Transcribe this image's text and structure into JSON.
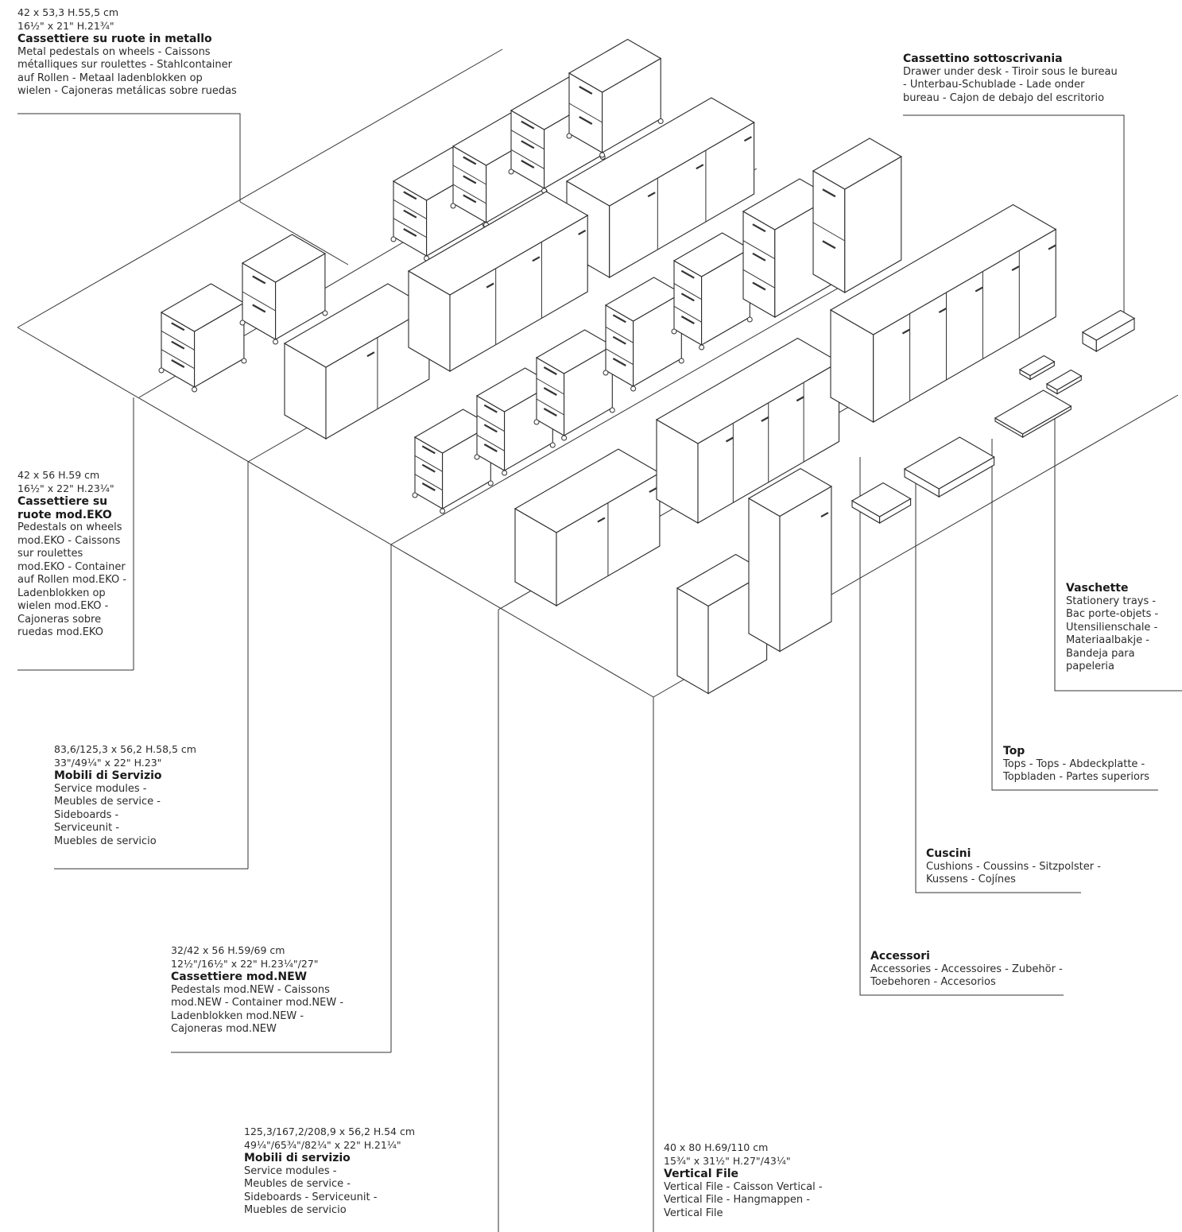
{
  "labels": {
    "metal_pedestals": {
      "dim_cm": "42 x 53,3 H.55,5 cm",
      "dim_in": "16½\" x 21\" H.21¾\"",
      "title": "Cassettiere su ruote in metallo",
      "desc": [
        "Metal pedestals on wheels - Caissons",
        "métalliques sur roulettes - Stahlcontainer",
        "auf Rollen - Metaal ladenblokken op",
        "wielen - Cajoneras metálicas sobre ruedas"
      ]
    },
    "eko_pedestals": {
      "dim_cm": "42 x 56 H.59 cm",
      "dim_in": "16½\" x 22\" H.23¼\"",
      "title": [
        "Cassettiere su",
        "ruote mod.EKO"
      ],
      "desc": [
        "Pedestals on wheels",
        "mod.EKO - Caissons",
        "sur roulettes",
        "mod.EKO - Container",
        "auf Rollen mod.EKO -",
        "Ladenblokken op",
        "wielen mod.EKO -",
        "Cajoneras sobre",
        "ruedas mod.EKO"
      ]
    },
    "service_modules_small": {
      "dim_cm": "83,6/125,3 x 56,2 H.58,5 cm",
      "dim_in": "33\"/49¼\" x 22\" H.23\"",
      "title": "Mobili di Servizio",
      "desc": [
        "Service modules -",
        "Meubles de service -",
        "Sideboards -",
        "Serviceunit -",
        "Muebles de servicio"
      ]
    },
    "new_pedestals": {
      "dim_cm": "32/42 x 56 H.59/69 cm",
      "dim_in": "12½\"/16½\" x 22\" H.23¼\"/27\"",
      "title": "Cassettiere mod.NEW",
      "desc": [
        "Pedestals mod.NEW - Caissons",
        "mod.NEW - Container mod.NEW -",
        "Ladenblokken mod.NEW -",
        "Cajoneras mod.NEW"
      ]
    },
    "service_modules_large": {
      "dim_cm": "125,3/167,2/208,9 x 56,2 H.54 cm",
      "dim_in": "49¼\"/65¾\"/82¼\" x 22\" H.21¼\"",
      "title": "Mobili di servizio",
      "desc": [
        "Service modules -",
        "Meubles de service -",
        "Sideboards - Serviceunit -",
        "Muebles de servicio"
      ]
    },
    "vertical_file": {
      "dim_cm": "40 x 80 H.69/110 cm",
      "dim_in": "15¾\" x 31½\" H.27\"/43¼\"",
      "title": "Vertical File",
      "desc": [
        "Vertical File - Caisson Vertical -",
        "Vertical File - Hangmappen -",
        "Vertical File"
      ]
    },
    "drawer_under_desk": {
      "title": "Cassettino sottoscrivania",
      "desc": [
        "Drawer under desk - Tiroir sous le bureau",
        "- Unterbau-Schublade - Lade onder",
        "bureau - Cajon de debajo del escritorio"
      ]
    },
    "trays": {
      "title": "Vaschette",
      "desc": [
        "Stationery trays -",
        "Bac porte-objets -",
        "Utensilienschale -",
        "Materiaalbakje -",
        "Bandeja para",
        "papeleria"
      ]
    },
    "tops": {
      "title": "Top",
      "desc": [
        "Tops - Tops - Abdeckplatte -",
        "Topbladen - Partes superiors"
      ]
    },
    "cushions": {
      "title": "Cuscini",
      "desc": [
        "Cushions - Coussins - Sitzpolster -",
        "Kussens - Cojínes"
      ]
    },
    "accessories": {
      "title": "Accessori",
      "desc": [
        "Accessories - Accessoires - Zubehör -",
        "Toebehoren - Accesorios"
      ]
    }
  },
  "colors": {
    "line": "#333333",
    "text": "#2b2b2b",
    "background": "#ffffff"
  }
}
